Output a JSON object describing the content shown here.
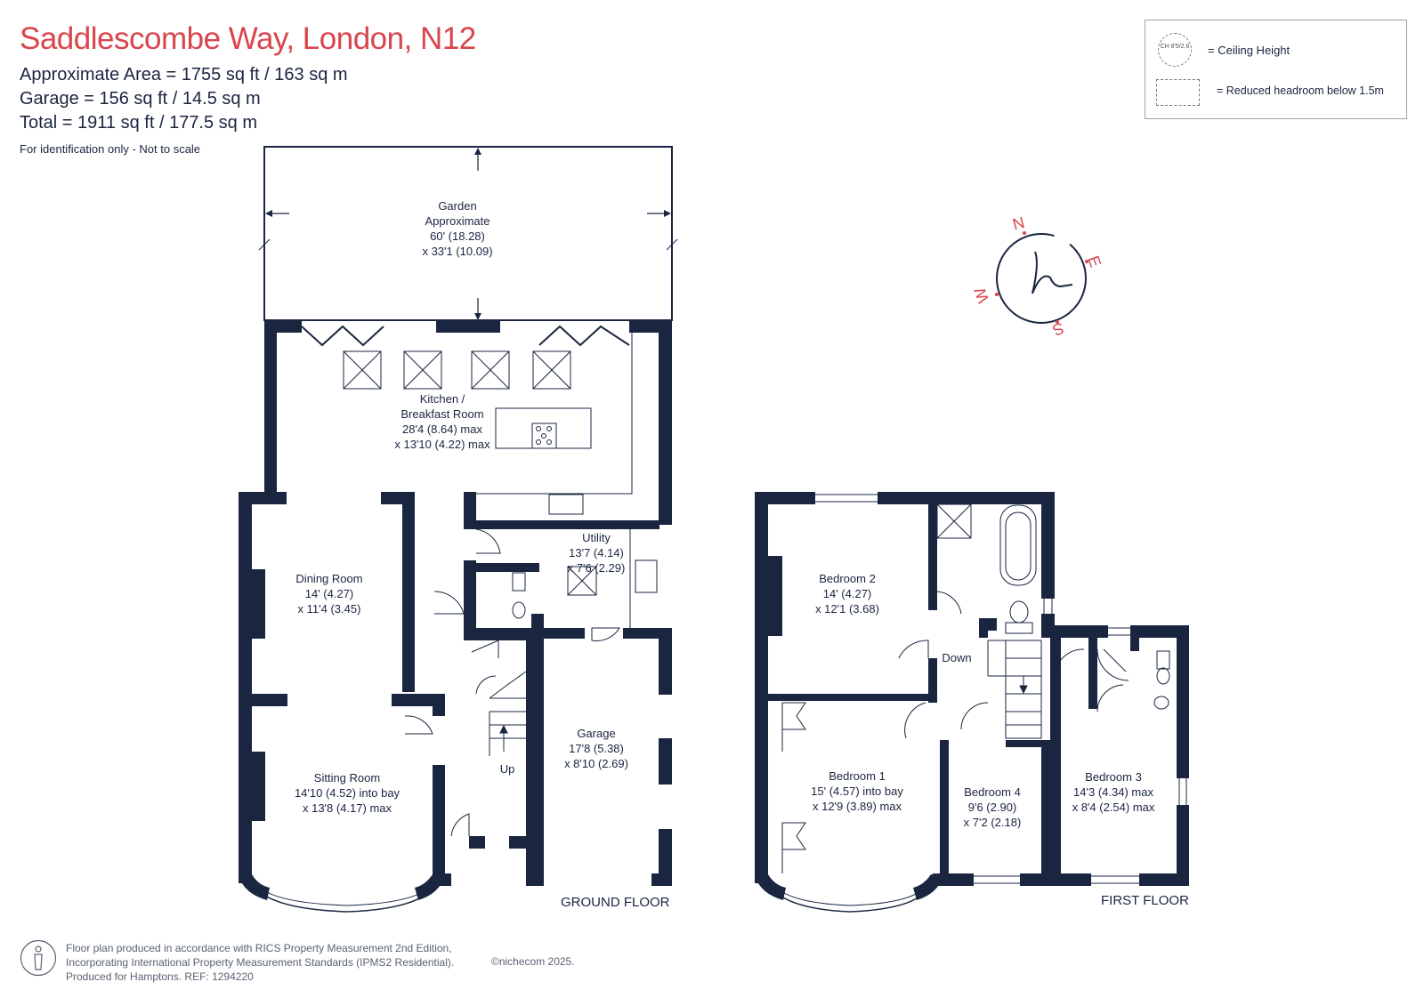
{
  "header": {
    "title": "Saddlescombe Way, London, N12",
    "approx_area": "Approximate Area = 1755 sq ft / 163 sq m",
    "garage_area": "Garage = 156 sq ft / 14.5 sq m",
    "total_area": "Total = 1911 sq ft / 177.5 sq m",
    "note": "For identification only - Not to scale"
  },
  "legend": {
    "ch_icon_text": "CH 8'5/2.6",
    "ceiling_height": "= Ceiling Height",
    "reduced_headroom": "= Reduced headroom below 1.5m"
  },
  "compass": {
    "n": "N",
    "e": "E",
    "s": "S",
    "w": "W",
    "logo": "h"
  },
  "ground_floor": {
    "label": "GROUND FLOOR",
    "garden": {
      "l1": "Garden",
      "l2": "Approximate",
      "l3": "60' (18.28)",
      "l4": "x 33'1 (10.09)"
    },
    "kitchen": {
      "l1": "Kitchen /",
      "l2": "Breakfast Room",
      "l3": "28'4 (8.64) max",
      "l4": "x 13'10 (4.22) max"
    },
    "utility": {
      "l1": "Utility",
      "l2": "13'7 (4.14)",
      "l3": "x 7'6 (2.29)"
    },
    "dining": {
      "l1": "Dining Room",
      "l2": "14' (4.27)",
      "l3": "x 11'4 (3.45)"
    },
    "sitting": {
      "l1": "Sitting Room",
      "l2": "14'10 (4.52) into bay",
      "l3": "x 13'8 (4.17) max"
    },
    "garage": {
      "l1": "Garage",
      "l2": "17'8 (5.38)",
      "l3": "x 8'10 (2.69)"
    },
    "stairs_up": "Up"
  },
  "first_floor": {
    "label": "FIRST FLOOR",
    "bedroom2": {
      "l1": "Bedroom 2",
      "l2": "14' (4.27)",
      "l3": "x 12'1 (3.68)"
    },
    "bedroom1": {
      "l1": "Bedroom 1",
      "l2": "15' (4.57) into bay",
      "l3": "x 12'9 (3.89) max"
    },
    "bedroom4": {
      "l1": "Bedroom 4",
      "l2": "9'6 (2.90)",
      "l3": "x 7'2 (2.18)"
    },
    "bedroom3": {
      "l1": "Bedroom 3",
      "l2": "14'3 (4.34) max",
      "l3": "x 8'4 (2.54) max"
    },
    "stairs_down": "Down"
  },
  "footer": {
    "line1": "Floor plan produced in accordance with RICS Property Measurement 2nd Edition,",
    "line2": "Incorporating International Property Measurement Standards (IPMS2 Residential).",
    "line3": "Produced for Hamptons.   REF: 1294220",
    "copyright": "©nichecom 2025."
  },
  "colors": {
    "wall": "#1a2540",
    "title": "#d9454d",
    "accent": "#d9454d"
  }
}
